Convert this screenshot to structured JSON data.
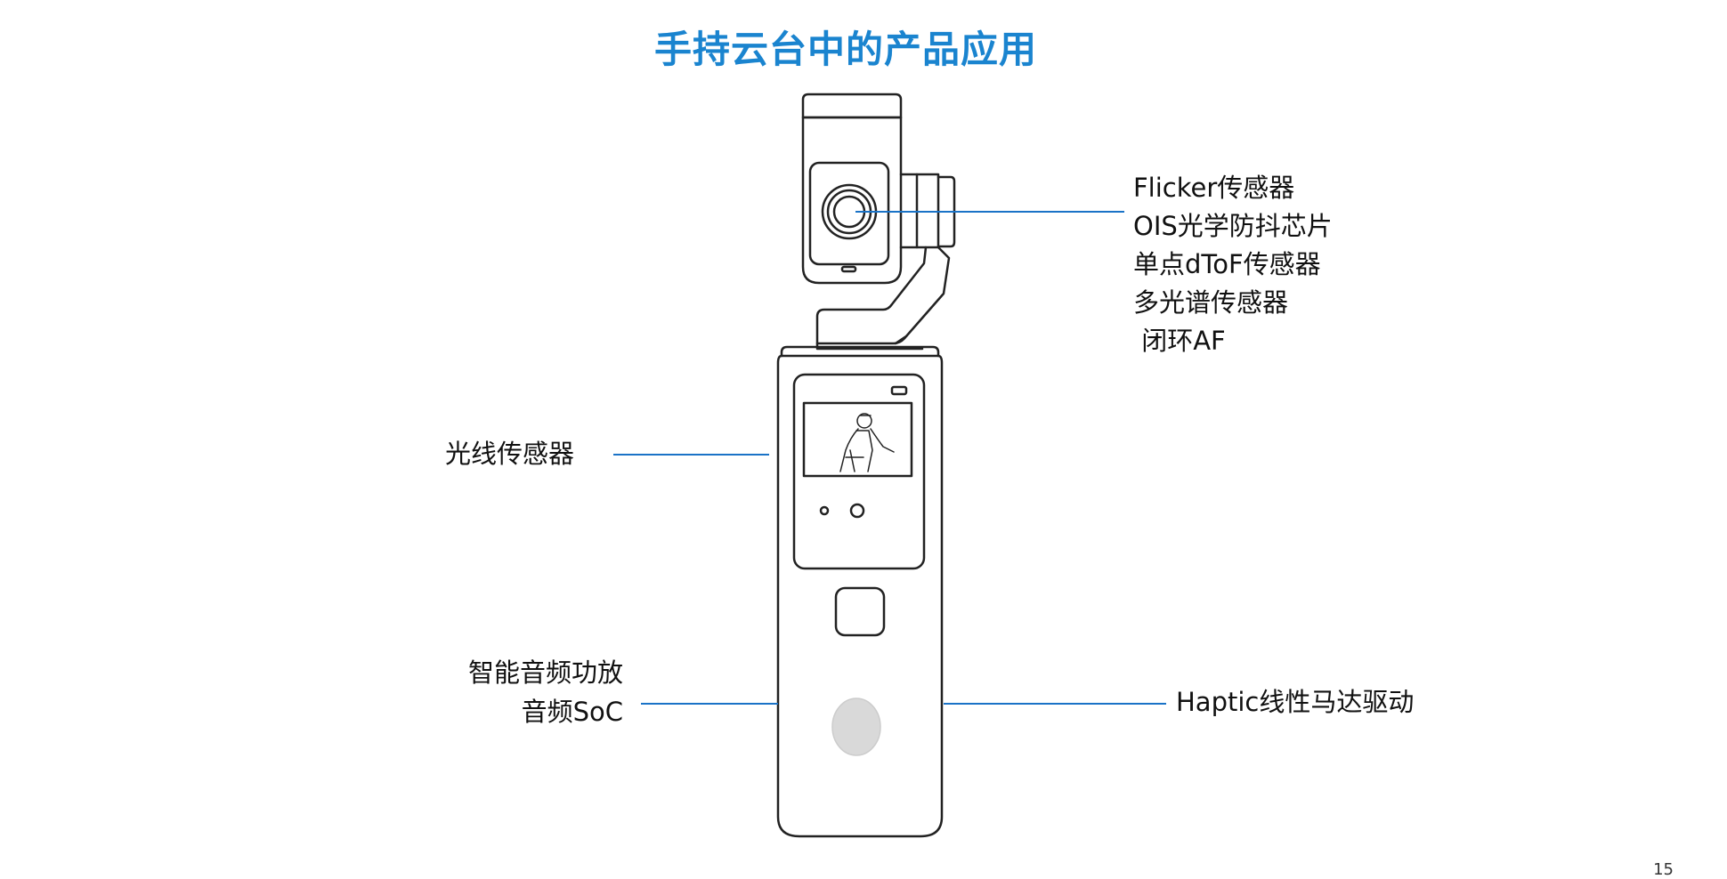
{
  "title": "手持云台中的产品应用",
  "labels": {
    "camera_features": [
      "Flicker传感器",
      "OIS光学防抖芯片",
      "单点dToF传感器",
      "多光谱传感器",
      " 闭环AF"
    ],
    "light_sensor": "光线传感器",
    "audio": [
      "智能音频功放",
      "音频SoC"
    ],
    "haptic": "Haptic线性马达驱动"
  },
  "page_number": "15",
  "colors": {
    "title": "#1a84cf",
    "leader_line": "#1a73c7",
    "outline": "#222222",
    "button_fill": "#d9d9d9"
  }
}
